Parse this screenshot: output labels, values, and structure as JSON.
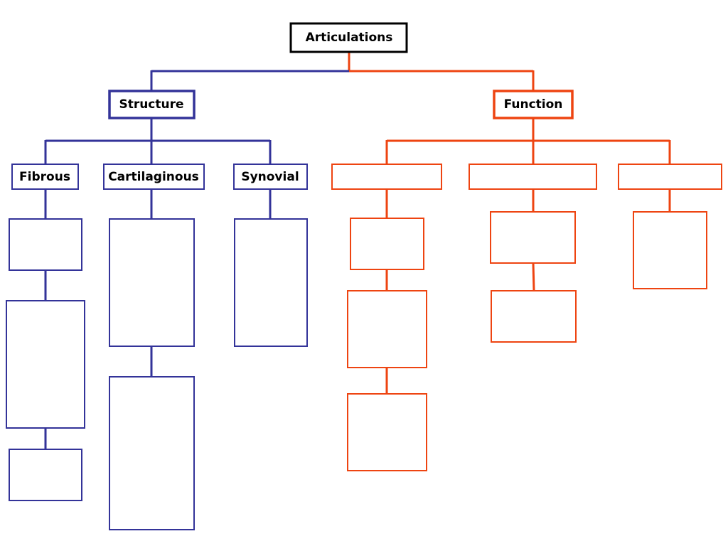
{
  "colors": {
    "root": "#000000",
    "structure": "#333399",
    "function": "#ee4411",
    "background": "#ffffff"
  },
  "nodes": {
    "root": {
      "label": "Articulations"
    },
    "structure": {
      "label": "Structure"
    },
    "function": {
      "label": "Function"
    },
    "fibrous": {
      "label": "Fibrous"
    },
    "cartilaginous": {
      "label": "Cartilaginous"
    },
    "synovial": {
      "label": "Synovial"
    },
    "function_child_1": {
      "label": ""
    },
    "function_child_2": {
      "label": ""
    },
    "function_child_3": {
      "label": ""
    }
  }
}
